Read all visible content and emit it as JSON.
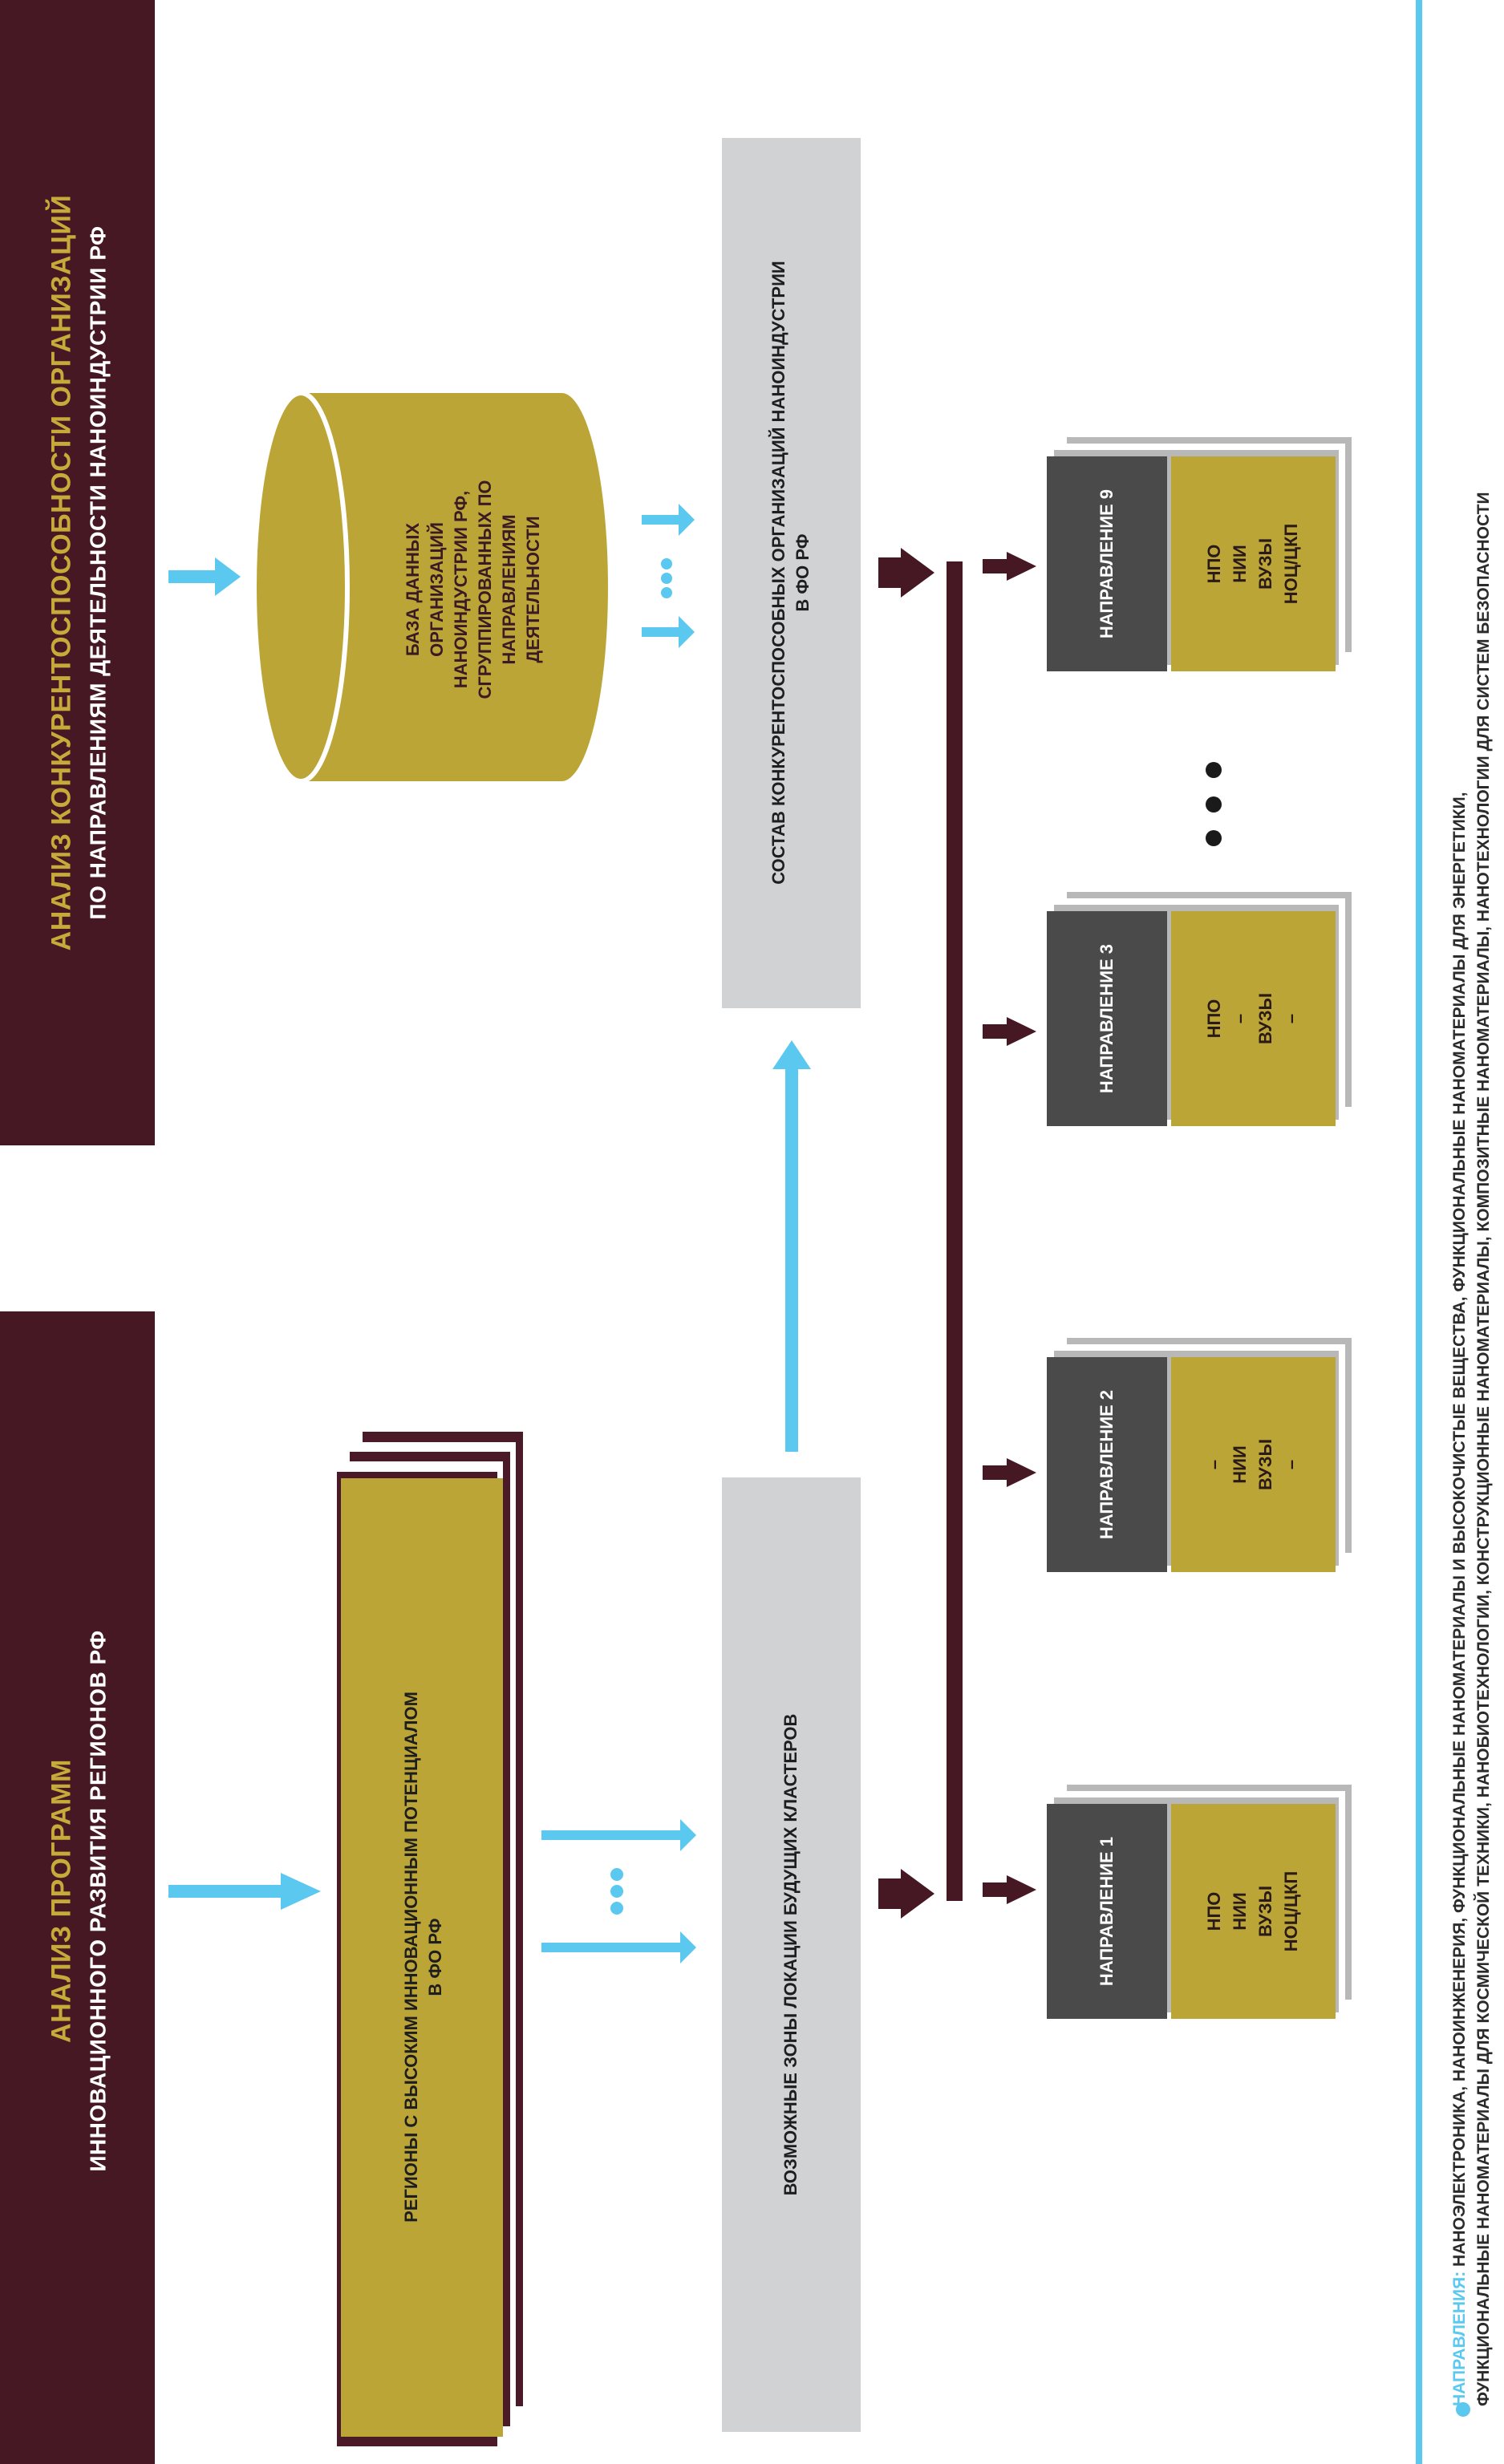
{
  "header_left": {
    "title": "АНАЛИЗ ПРОГРАММ",
    "subtitle": "ИННОВАЦИОННОГО РАЗВИТИЯ РЕГИОНОВ РФ"
  },
  "header_right": {
    "title": "АНАЛИЗ КОНКУРЕНТОСПОСОБНОСТИ ОРГАНИЗАЦИЙ",
    "subtitle": "ПО НАПРАВЛЕНИЯМ ДЕЯТЕЛЬНОСТИ НАНОИНДУСТРИИ РФ"
  },
  "regions_box": {
    "line1": "РЕГИОНЫ С ВЫСОКИМ ИННОВАЦИОННЫМ ПОТЕНЦИАЛОМ",
    "line2": "В ФО РФ"
  },
  "database": {
    "lines": [
      "БАЗА ДАННЫХ",
      "ОРГАНИЗАЦИЙ",
      "НАНОИНДУСТРИИ РФ,",
      "СГРУППИРОВАННЫХ ПО",
      "НАПРАВЛЕНИЯМ",
      "ДЕЯТЕЛЬНОСТИ"
    ]
  },
  "zones_bar": {
    "label": "ВОЗМОЖНЫЕ ЗОНЫ ЛОКАЦИИ БУДУЩИХ КЛАСТЕРОВ"
  },
  "orgs_bar": {
    "line1": "СОСТАВ КОНКУРЕНТОСПОСОБНЫХ ОРГАНИЗАЦИЙ НАНОИНДУСТРИИ",
    "line2": "В ФО РФ"
  },
  "directions": [
    {
      "label": "НАПРАВЛЕНИЕ 1",
      "orgs": [
        "НПО",
        "НИИ",
        "ВУЗЫ",
        "НОЦ/ЦКП"
      ]
    },
    {
      "label": "НАПРАВЛЕНИЕ 2",
      "orgs": [
        "–",
        "НИИ",
        "ВУЗЫ",
        "–"
      ]
    },
    {
      "label": "НАПРАВЛЕНИЕ 3",
      "orgs": [
        "НПО",
        "–",
        "ВУЗЫ",
        "–"
      ]
    },
    {
      "label": "НАПРАВЛЕНИЕ 9",
      "orgs": [
        "НПО",
        "НИИ",
        "ВУЗЫ",
        "НОЦ/ЦКП"
      ]
    }
  ],
  "footnote": {
    "label": "НАПРАВЛЕНИЯ:",
    "line1": "НАНОЭЛЕКТРОНИКА, НАНОИНЖЕНЕРИЯ, ФУНКЦИОНАЛЬНЫЕ НАНОМАТЕРИАЛЫ И ВЫСОКОЧИСТЫЕ ВЕЩЕСТВА, ФУНКЦИОНАЛЬНЫЕ НАНОМАТЕРИАЛЫ ДЛЯ ЭНЕРГЕТИКИ,",
    "line2": "ФУНКЦИОНАЛЬНЫЕ НАНОМАТЕРИАЛЫ ДЛЯ КОСМИЧЕСКОЙ ТЕХНИКИ, НАНОБИОТЕХНОЛОГИИ, КОНСТРУКЦИОННЫЕ НАНОМАТЕРИАЛЫ, КОМПОЗИТНЫЕ НАНОМАТЕРИАЛЫ, НАНОТЕХНОЛОГИИ ДЛЯ СИСТЕМ БЕЗОПАСНОСТИ"
  },
  "colors": {
    "maroon": "#461824",
    "gold": "#bca537",
    "dark_gray": "#4a4a4a",
    "light_gray": "#d1d2d4",
    "cyan": "#5bc8f0"
  }
}
